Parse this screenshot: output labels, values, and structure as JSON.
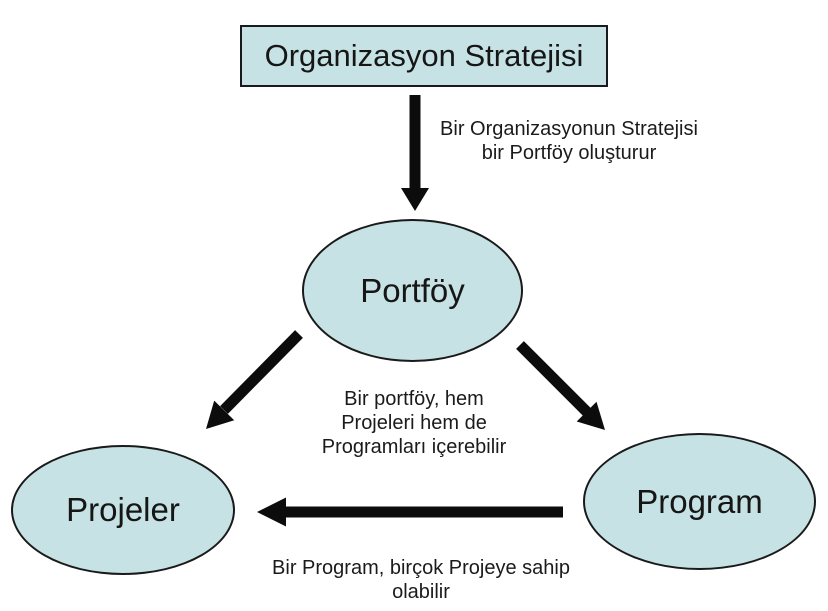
{
  "diagram": {
    "background_color": "#ffffff",
    "node_fill_color": "#c6e2e4",
    "node_border_color": "#1a1a1a",
    "arrow_color": "#0c0c0c",
    "nodes": {
      "strategy": {
        "label": "Organizasyon Stratejisi",
        "shape": "rectangle"
      },
      "portfolio": {
        "label": "Portföy",
        "shape": "ellipse"
      },
      "projects": {
        "label": "Projeler",
        "shape": "ellipse"
      },
      "program": {
        "label": "Program",
        "shape": "ellipse"
      }
    },
    "edges": [
      {
        "from": "strategy",
        "to": "portfolio",
        "direction": "down"
      },
      {
        "from": "portfolio",
        "to": "projects",
        "direction": "down-left"
      },
      {
        "from": "portfolio",
        "to": "program",
        "direction": "down-right"
      },
      {
        "from": "program",
        "to": "projects",
        "direction": "left"
      }
    ],
    "annotations": {
      "strategy_to_portfolio": "Bir Organizasyonun Stratejisi\nbir Portföy oluşturur",
      "portfolio_contents": "Bir portföy, hem\nProjeleri hem de\nProgramları içerebilir",
      "program_to_projects": "Bir Program, birçok Projeye sahip\nolabilir"
    }
  }
}
